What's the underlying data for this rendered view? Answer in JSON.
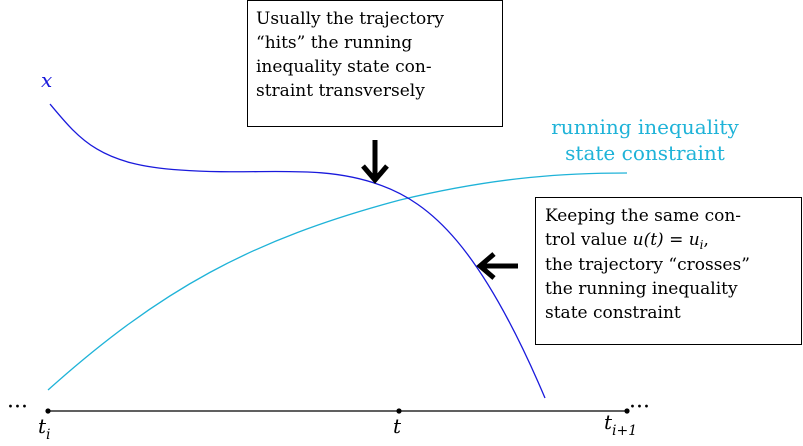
{
  "labels": {
    "x_curve": "x",
    "constraint_curve": "running inequality\nstate constraint"
  },
  "boxes": {
    "hits": "Usually the trajectory\n“hits” the running\ninequality state con-\nstraint transversely",
    "crosses_line1": "Keeping the same con-",
    "crosses_line2_prefix": "trol value ",
    "crosses_line2_math": "u(t) = u",
    "crosses_line2_sub": "i",
    "crosses_line2_suffix": ",",
    "crosses_rest": "the trajectory “crosses”\nthe running inequality\nstate constraint"
  },
  "axis": {
    "left_dots": "···",
    "right_dots": "···",
    "tick_ti_base": "t",
    "tick_ti_sub": "i",
    "tick_t": "t",
    "tick_ti1_base": "t",
    "tick_ti1_sub": "i+1"
  },
  "colors": {
    "trajectory": "#1a1adc",
    "constraint": "#1fb3d8",
    "axis": "#000000"
  }
}
